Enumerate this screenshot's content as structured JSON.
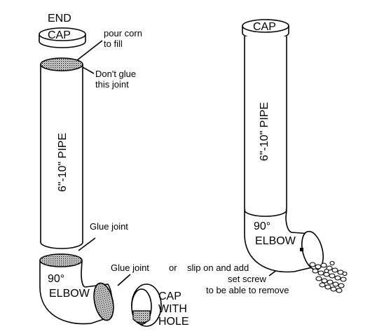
{
  "left_assembly": {
    "end_label": "END",
    "cap_label": "CAP",
    "pour_note": "pour corn\nto fill",
    "no_glue_note": "Don't glue\nthis joint",
    "pipe_label": "6\"-10\" PIPE",
    "glue_joint_top": "Glue joint",
    "elbow_angle": "90°",
    "elbow_label": "ELBOW",
    "glue_joint_side": "Glue joint",
    "or_text": "or",
    "slip_note": "slip on and add\nset screw\nto be able to remove",
    "end_cap_label": "CAP\nWITH\nHOLE"
  },
  "right_assembly": {
    "cap_label": "CAP",
    "pipe_label": "6\"-10\" PIPE",
    "elbow_angle": "90°",
    "elbow_label": "ELBOW"
  },
  "colors": {
    "ink": "#000000",
    "paper": "#ffffff"
  }
}
